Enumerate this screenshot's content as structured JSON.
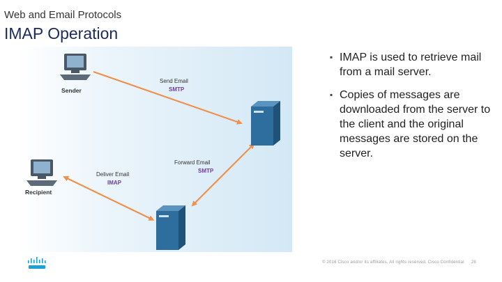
{
  "header": {
    "subtitle": "Web and Email Protocols",
    "title": "IMAP Operation"
  },
  "diagram": {
    "sender_label": "Sender",
    "recipient_label": "Recipient",
    "send_email_label": "Send Email",
    "send_protocol": "SMTP",
    "forward_email_label": "Forward Email",
    "forward_protocol": "SMTP",
    "deliver_email_label": "Deliver Email",
    "deliver_protocol": "IMAP",
    "colors": {
      "arrow": "#f0904a",
      "protocol_text": "#6a3fa0",
      "server": "#2e6e9e",
      "background": "#d3e8f5"
    }
  },
  "bullets": [
    "IMAP is used to retrieve mail from a mail server.",
    "Copies of messages are downloaded from the server to the client and the original messages are stored on the server."
  ],
  "footer": {
    "copyright": "© 2016 Cisco and/or its affiliates. All rights reserved. Cisco Confidential",
    "page_number": "28",
    "logo_icon": "cisco-logo-icon"
  }
}
